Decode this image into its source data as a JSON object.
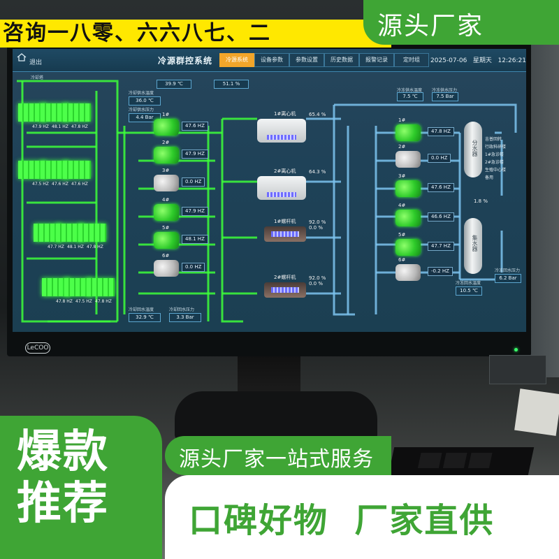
{
  "ads": {
    "top_banner": "咨询一八零、六六八七、二",
    "brand_tab": "源头厂家",
    "hot_pick": [
      "爆款",
      "推荐"
    ],
    "service": "源头厂家一站式服务",
    "bottom": "口碑好物  厂家直供"
  },
  "monitor": {
    "logo": "LeCOO"
  },
  "screen": {
    "header": {
      "exit": "退出",
      "title": "冷源群控系统",
      "tabs": [
        {
          "label": "冷源系统",
          "active": true
        },
        {
          "label": "设备参数",
          "active": false
        },
        {
          "label": "参数设置",
          "active": false
        },
        {
          "label": "历史数据",
          "active": false
        },
        {
          "label": "报警记录",
          "active": false
        },
        {
          "label": "定时组",
          "active": false
        }
      ],
      "date": "2025-07-06",
      "weekday": "星期天",
      "time": "12:26:21"
    },
    "cooling_tower_label": "冷却塔",
    "outdoor": {
      "temp": "39.9 ℃",
      "humidity": "51.1 %"
    },
    "cw_temp": {
      "label": "冷却供水温度",
      "value": "36.0 ℃"
    },
    "cw_pressure": {
      "label": "冷却供水压力",
      "value": "4.4 Bar"
    },
    "cw_return_temp": {
      "label": "冷却回水温度",
      "value": "32.9 ℃"
    },
    "cw_return_pressure": {
      "label": "冷却回水压力",
      "value": "3.3 Bar"
    },
    "tower_hz": [
      "47.9 HZ",
      "48.1 HZ",
      "47.8 HZ",
      "47.5 HZ",
      "47.6 HZ",
      "47.6 HZ",
      "47.7 HZ",
      "48.1 HZ",
      "47.8 HZ",
      "47.8 HZ",
      "47.5 HZ",
      "47.8 HZ"
    ],
    "cooling_pumps": [
      {
        "name": "1#",
        "hz": "47.6 HZ",
        "on": true
      },
      {
        "name": "2#",
        "hz": "47.9 HZ",
        "on": true
      },
      {
        "name": "3#",
        "hz": "0.0 HZ",
        "on": false
      },
      {
        "name": "4#",
        "hz": "47.9 HZ",
        "on": true
      },
      {
        "name": "5#",
        "hz": "48.1 HZ",
        "on": true
      },
      {
        "name": "6#",
        "hz": "0.0 HZ",
        "on": false
      }
    ],
    "chillers": [
      {
        "name": "1#离心机",
        "load": "65.4 %"
      },
      {
        "name": "2#离心机",
        "load": "64.3 %"
      },
      {
        "name": "1#螺杆机",
        "load": "92.0 %",
        "load2": "0.0 %"
      },
      {
        "name": "2#螺杆机",
        "load": "92.0 %",
        "load2": "0.0 %"
      }
    ],
    "chw_supply_temp": {
      "label": "冷冻供水温度",
      "value": "7.5 ℃"
    },
    "chw_supply_pressure": {
      "label": "冷冻供水压力",
      "value": "7.5 Bar"
    },
    "chw_return_temp": {
      "label": "冷冻回水温度",
      "value": "10.5 ℃"
    },
    "chw_return_pressure": {
      "label": "冷冻回水压力",
      "value": "6.2 Bar"
    },
    "chw_pumps": [
      {
        "name": "1#",
        "hz": "47.8 HZ",
        "on": true
      },
      {
        "name": "2#",
        "hz": "0.0 HZ",
        "on": false
      },
      {
        "name": "3#",
        "hz": "47.6 HZ",
        "on": true
      },
      {
        "name": "4#",
        "hz": "46.6 HZ",
        "on": true
      },
      {
        "name": "5#",
        "hz": "47.7 HZ",
        "on": true
      },
      {
        "name": "6#",
        "hz": "-0.2 HZ",
        "on": false
      }
    ],
    "tank_top": "分水器",
    "tank_bottom": "集水器",
    "bypass": "1.8 %",
    "branches": [
      "吉普回转",
      "行政科研楼",
      "1#急诊楼",
      "2#急诊楼",
      "生殖中心楼",
      "备用"
    ],
    "colors": {
      "pipe_green": "#3dff3a",
      "pipe_blue": "#7cc3ee",
      "active_tab": "#f2a52a",
      "brand_green": "#3fa535",
      "banner_yellow": "#ffe800"
    }
  }
}
